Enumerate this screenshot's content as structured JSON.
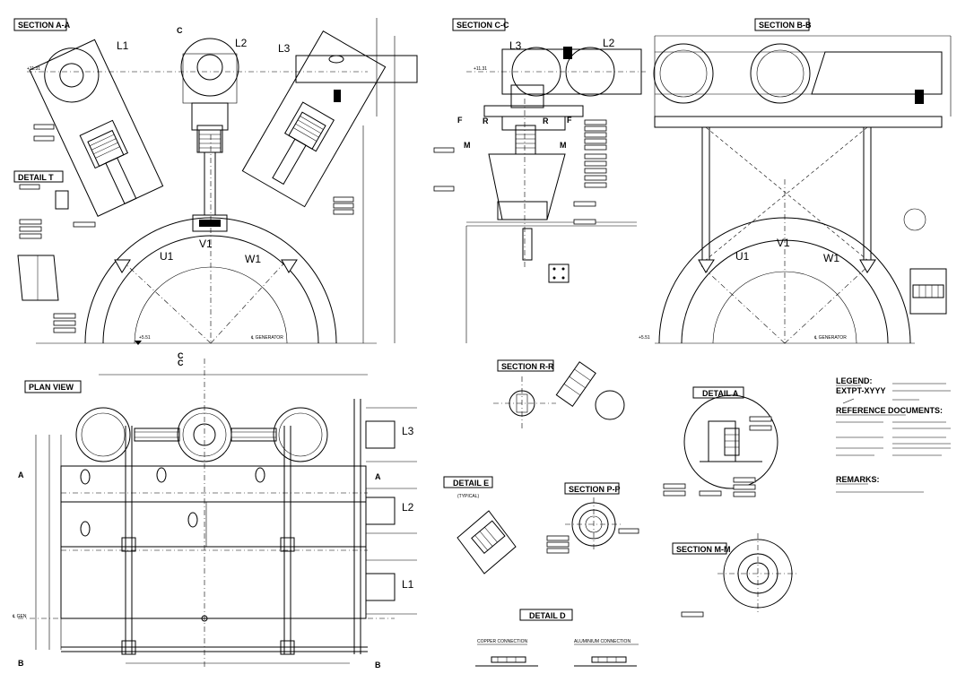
{
  "sheet": {
    "section_aa": "SECTION A-A",
    "section_cc": "SECTION C-C",
    "section_bb": "SECTION B-B",
    "section_rr": "SECTION R-R",
    "section_pp": "SECTION P-P",
    "section_mm": "SECTION M-M",
    "plan_view": "PLAN VIEW",
    "detail_t": "DETAIL T",
    "detail_a": "DETAIL A",
    "detail_e": "DETAIL E",
    "detail_e_sub": "(TYPICAL)",
    "detail_d": "DETAIL D",
    "copper_connection": "COPPER CONNECTION",
    "aluminium_connection": "ALUMINIUM CONNECTION",
    "legend": "LEGEND:",
    "legend_code": "EXTPT-XYYY",
    "reference_documents": "REFERENCE DOCUMENTS:",
    "remarks": "REMARKS:",
    "generator_label": "℄ GENERATOR",
    "gen_axis": "℄ GEN",
    "phases": {
      "l1": "L1",
      "l2": "L2",
      "l3": "L3",
      "u1": "U1",
      "v1": "V1",
      "w1": "W1"
    },
    "marks": {
      "a": "A",
      "b": "B",
      "c": "C",
      "f": "F",
      "m": "M",
      "r": "R"
    },
    "levels": {
      "top": "+11.31",
      "bottom": "+5.51"
    }
  },
  "icons": [
    "section-arrow-icon",
    "level-marker-icon",
    "centerline-icon",
    "weld-symbol-icon"
  ]
}
